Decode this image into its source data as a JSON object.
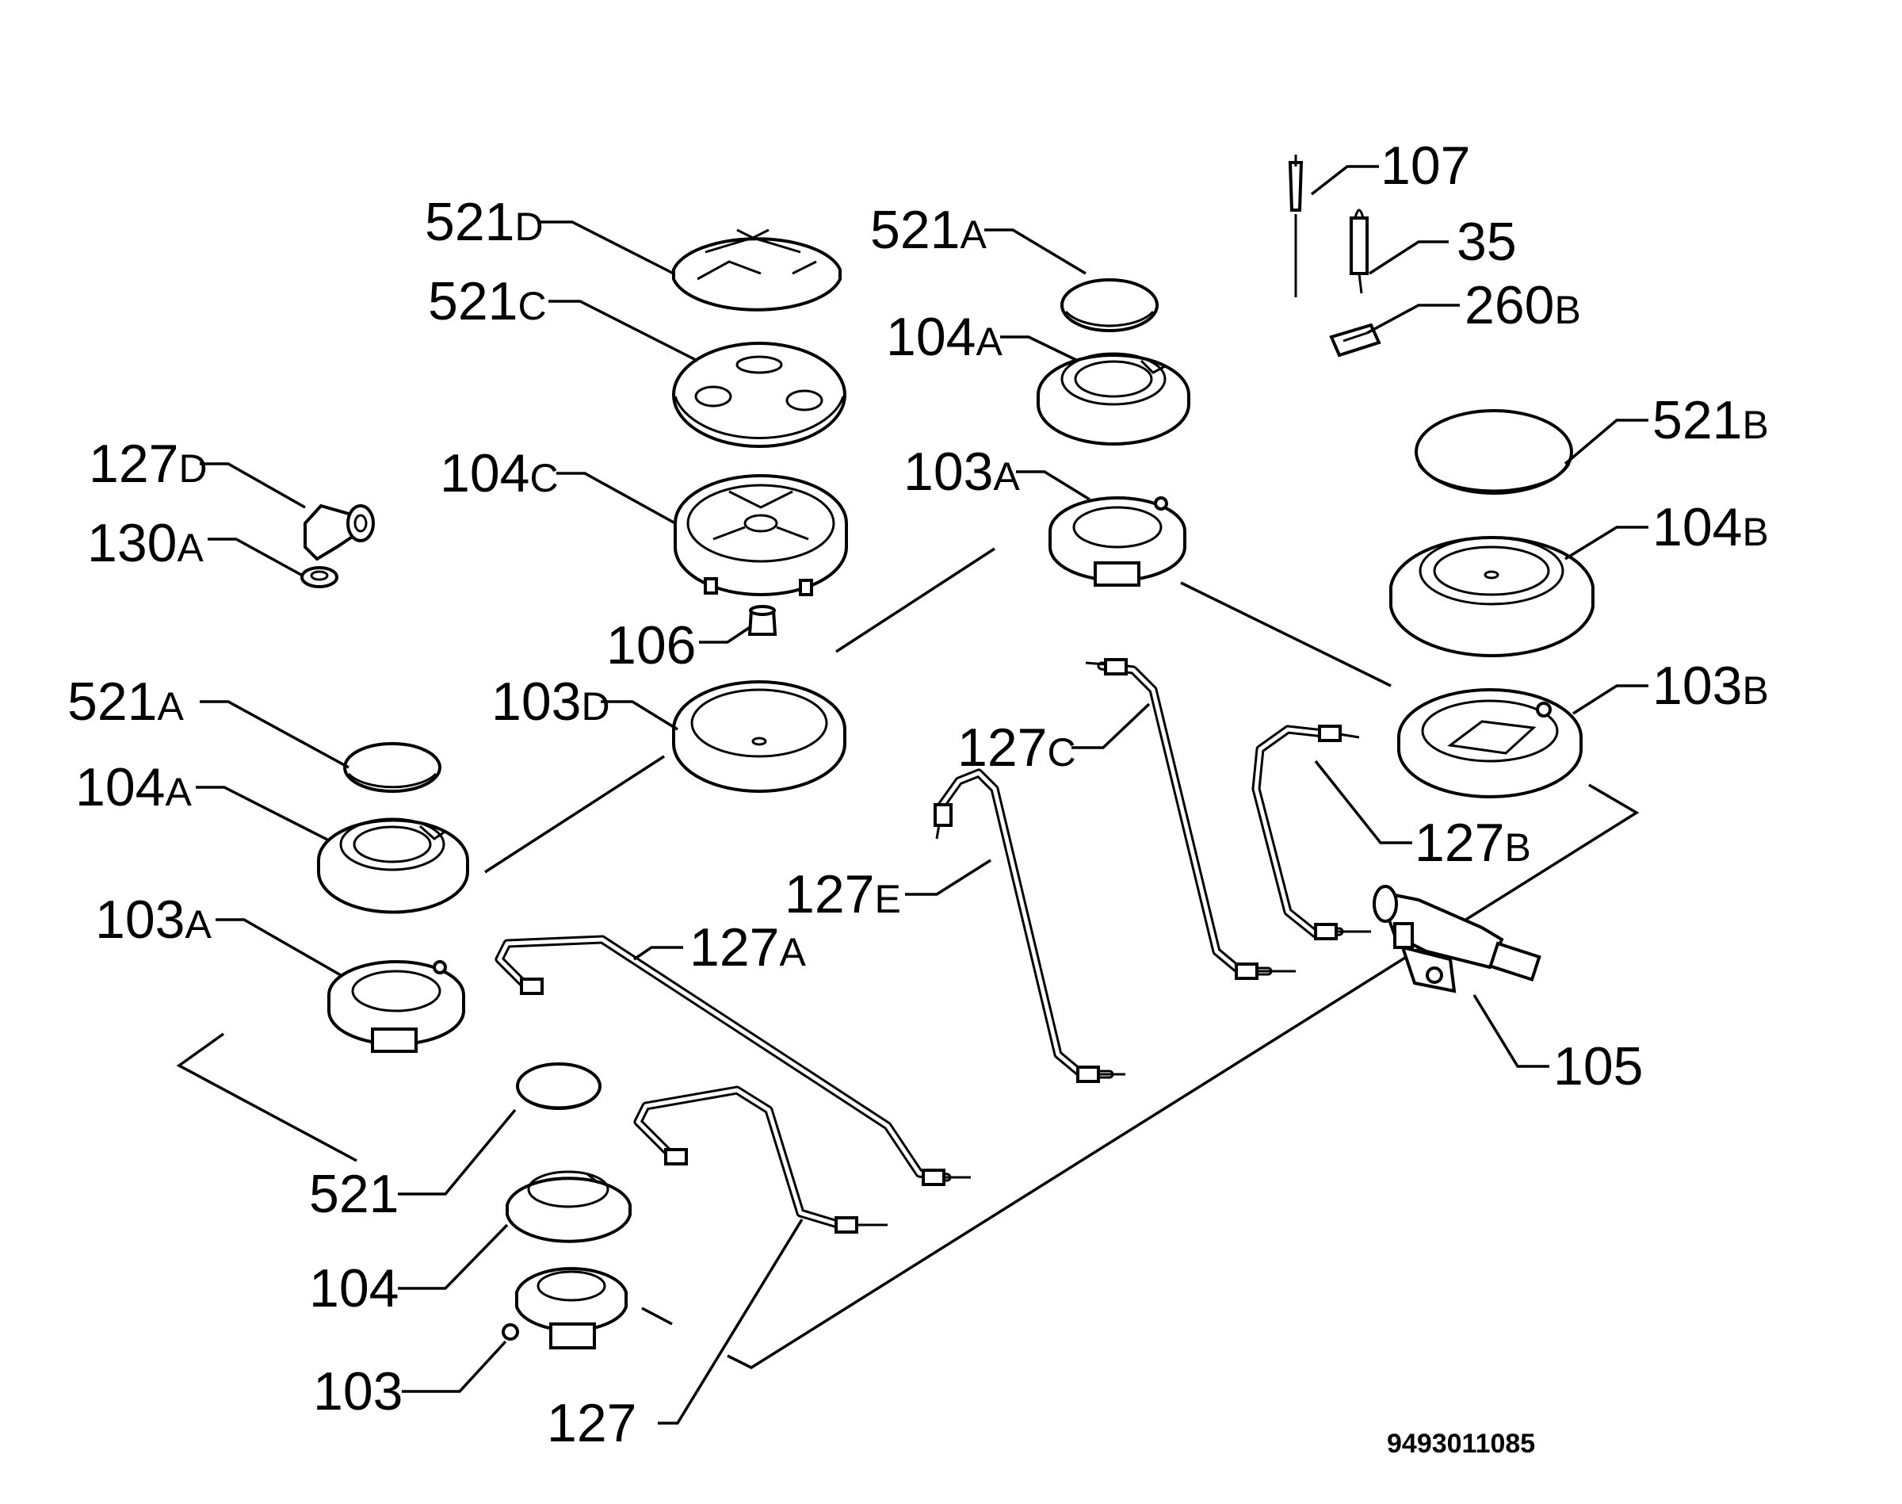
{
  "labels": {
    "l107": {
      "num": "107",
      "sub": ""
    },
    "l35": {
      "num": "35",
      "sub": ""
    },
    "l260b": {
      "num": "260",
      "sub": "B"
    },
    "l521d": {
      "num": "521",
      "sub": "D"
    },
    "l521c": {
      "num": "521",
      "sub": "C"
    },
    "l521a_top": {
      "num": "521",
      "sub": "A"
    },
    "l104a_top": {
      "num": "104",
      "sub": "A"
    },
    "l127d": {
      "num": "127",
      "sub": "D"
    },
    "l130a": {
      "num": "130",
      "sub": "A"
    },
    "l104c": {
      "num": "104",
      "sub": "C"
    },
    "l103a_top": {
      "num": "103",
      "sub": "A"
    },
    "l521b": {
      "num": "521",
      "sub": "B"
    },
    "l104b": {
      "num": "104",
      "sub": "B"
    },
    "l106": {
      "num": "106",
      "sub": ""
    },
    "l103d": {
      "num": "103",
      "sub": "D"
    },
    "l103b": {
      "num": "103",
      "sub": "B"
    },
    "l521a_left": {
      "num": "521",
      "sub": "A"
    },
    "l127c": {
      "num": "127",
      "sub": "C"
    },
    "l104a_left": {
      "num": "104",
      "sub": "A"
    },
    "l127b": {
      "num": "127",
      "sub": "B"
    },
    "l127e": {
      "num": "127",
      "sub": "E"
    },
    "l103a_left": {
      "num": "103",
      "sub": "A"
    },
    "l127a": {
      "num": "127",
      "sub": "A"
    },
    "l105": {
      "num": "105",
      "sub": ""
    },
    "l521": {
      "num": "521",
      "sub": ""
    },
    "l104": {
      "num": "104",
      "sub": ""
    },
    "l103": {
      "num": "103",
      "sub": ""
    },
    "l127": {
      "num": "127",
      "sub": ""
    }
  },
  "drawing_code": "9493011085"
}
